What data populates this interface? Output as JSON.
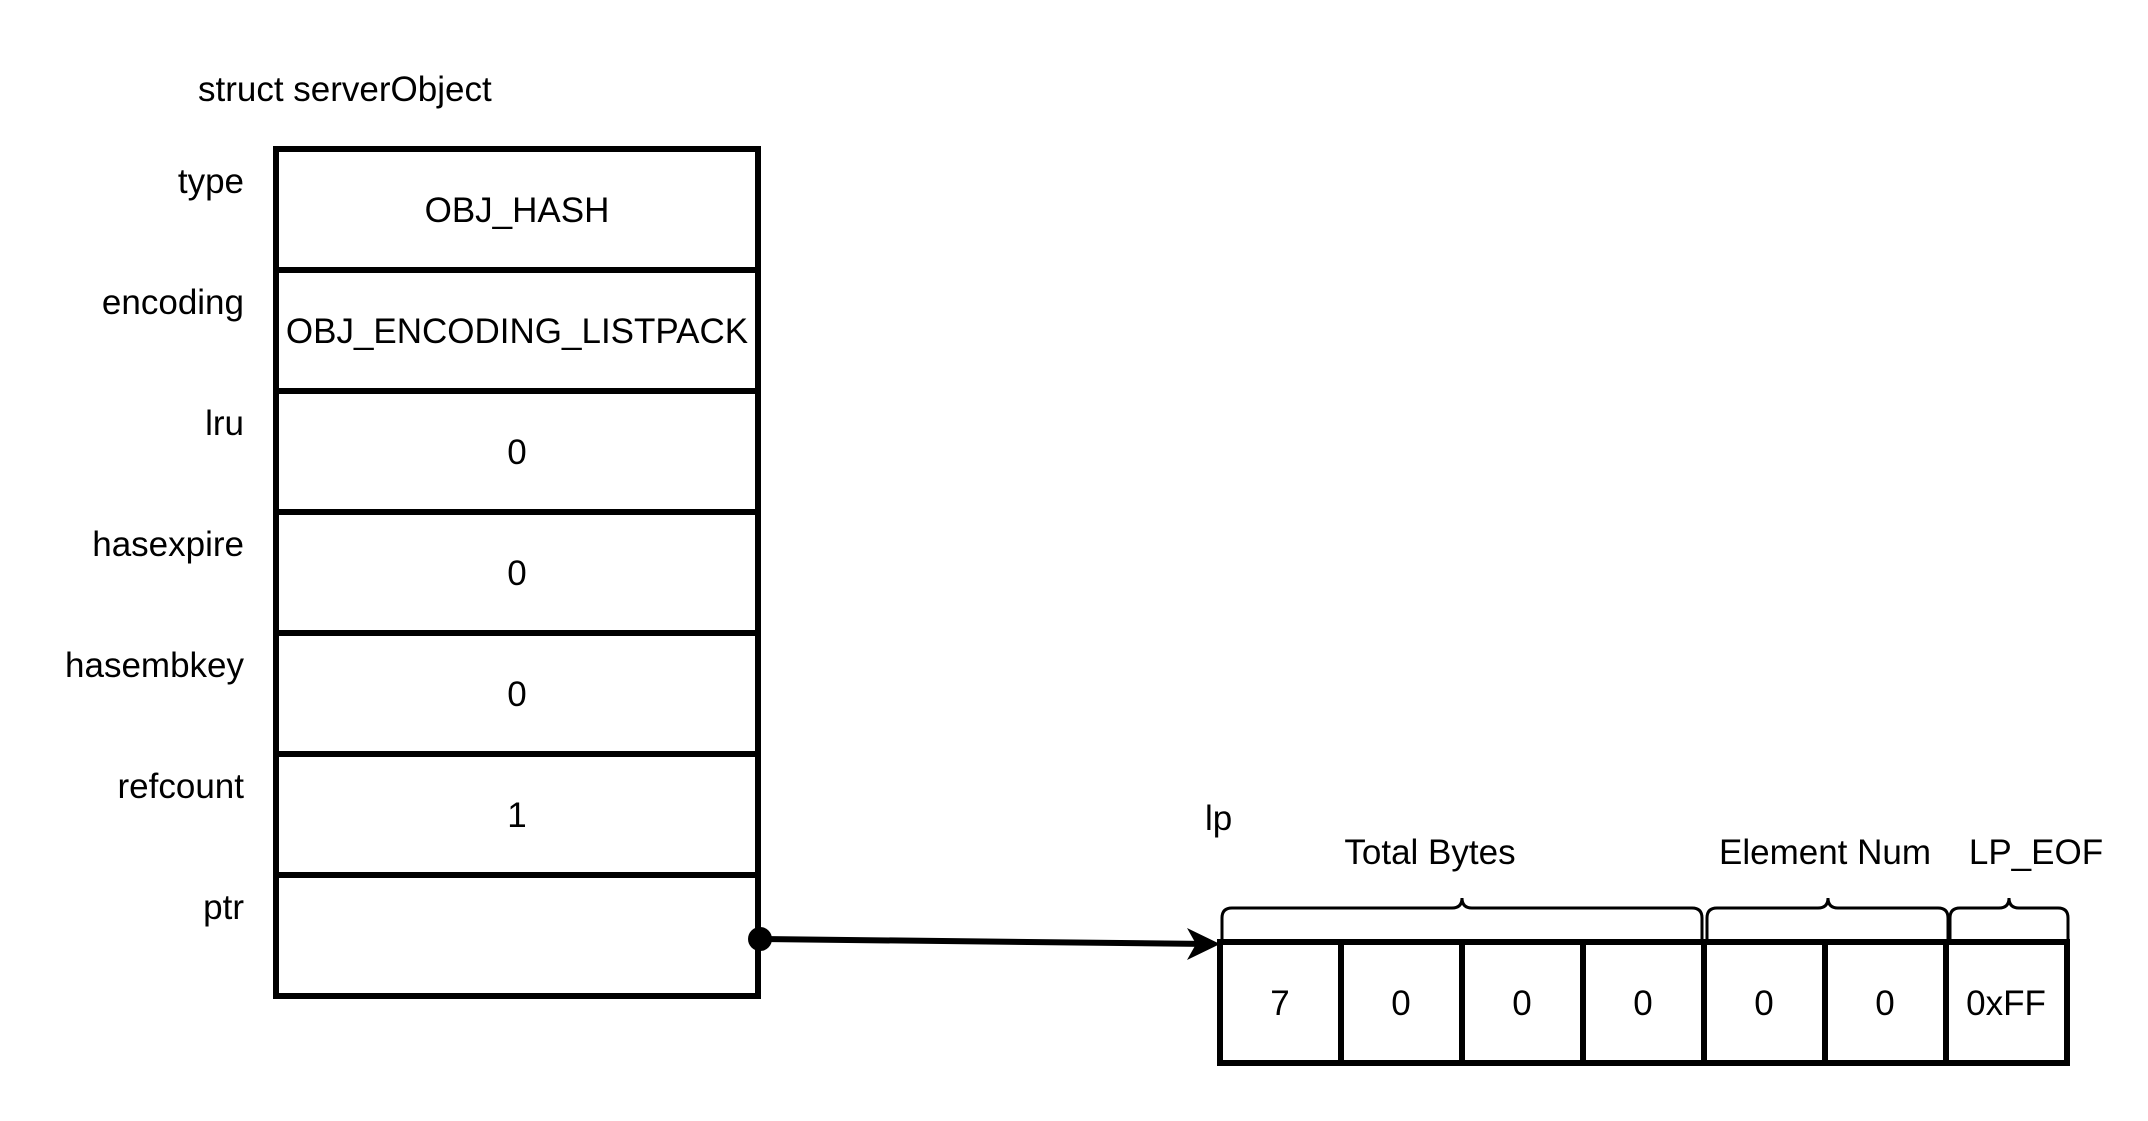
{
  "struct": {
    "title": "struct serverObject",
    "fields": [
      {
        "label": "type",
        "value": "OBJ_HASH"
      },
      {
        "label": "encoding",
        "value": "OBJ_ENCODING_LISTPACK"
      },
      {
        "label": "lru",
        "value": "0"
      },
      {
        "label": "hasexpire",
        "value": "0"
      },
      {
        "label": "hasembkey",
        "value": "0"
      },
      {
        "label": "refcount",
        "value": "1"
      },
      {
        "label": "ptr",
        "value": ""
      }
    ]
  },
  "listpack": {
    "label": "lp",
    "groups": [
      {
        "label": "Total Bytes"
      },
      {
        "label": "Element Num"
      },
      {
        "label": "LP_EOF"
      }
    ],
    "bytes": [
      "7",
      "0",
      "0",
      "0",
      "0",
      "0",
      "0xFF"
    ]
  },
  "colors": {
    "stroke": "#000000",
    "background": "#ffffff"
  }
}
